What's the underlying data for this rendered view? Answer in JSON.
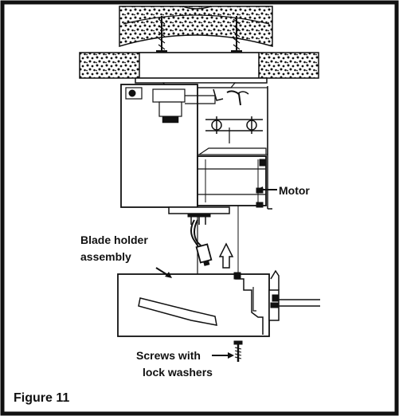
{
  "figure": {
    "caption": "Figure 11",
    "labels": {
      "motor": "Motor",
      "blade_holder_line1": "Blade holder",
      "blade_holder_line2": "assembly",
      "screws_line1": "Screws with",
      "screws_line2": "lock washers"
    }
  }
}
